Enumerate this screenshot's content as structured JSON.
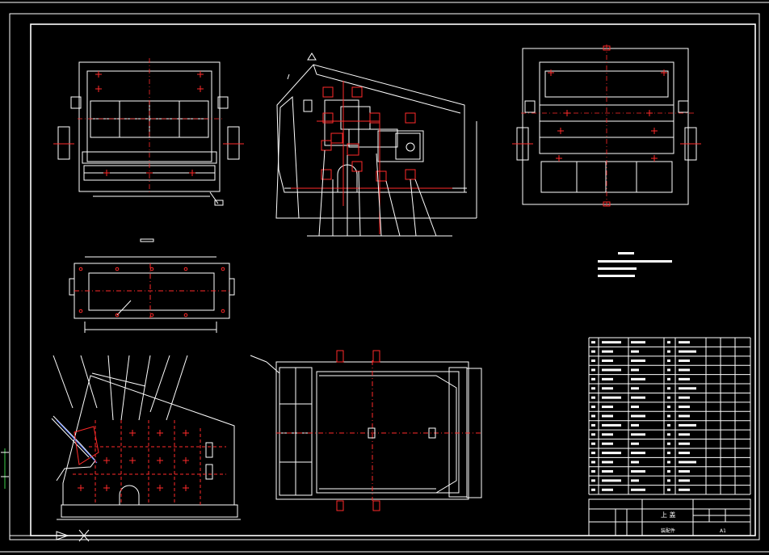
{
  "title_block": {
    "drawing_name": "上 盖",
    "drawing_type": "装配件",
    "sheet_size": "A1"
  },
  "colors": {
    "background": "#000000",
    "outline": "#ffffff",
    "center_lines": "#ff2a2a",
    "dimension": "#ffe04a",
    "accent_green": "#3cd04a",
    "accent_blue": "#5a7cff"
  },
  "views": [
    "front-view-top-left",
    "side-section-top-center",
    "rear-view-top-right",
    "flange-plan-middle-left",
    "side-cutaway-bottom-left",
    "top-plan-bottom-center"
  ],
  "parts_list_rows": 17
}
